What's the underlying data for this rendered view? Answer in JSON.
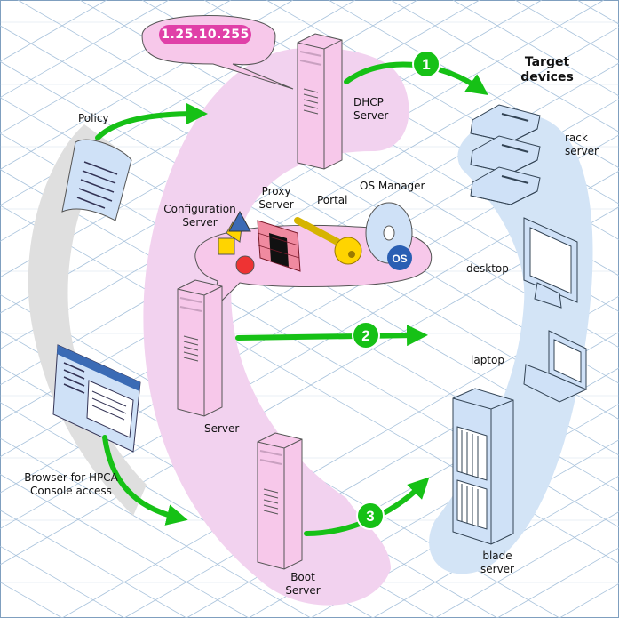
{
  "ip_address": "1.25.10.255",
  "title": "Target devices",
  "steps": [
    "1",
    "2",
    "3"
  ],
  "labels": {
    "dhcp_server": "DHCP Server",
    "policy": "Policy",
    "configuration_server": "Configuration Server",
    "proxy_server": "Proxy Server",
    "portal": "Portal",
    "os_manager": "OS Manager",
    "os_disc": "OS",
    "server": "Server",
    "browser": "Browser for HPCA Console access",
    "boot_server": "Boot Server",
    "rack_server": "rack server",
    "desktop": "desktop",
    "laptop": "laptop",
    "blade_server": "blade server"
  },
  "colors": {
    "grid": "#a9c3dc",
    "pink_band": "#f2d4ef",
    "gray_band": "#e0e0e0",
    "blue_band": "#d3e4f6",
    "arrow": "#16c116",
    "ip_badge": "#e040a8",
    "server_fill": "#f7c8ea",
    "device_fill": "#cfe1f7"
  }
}
